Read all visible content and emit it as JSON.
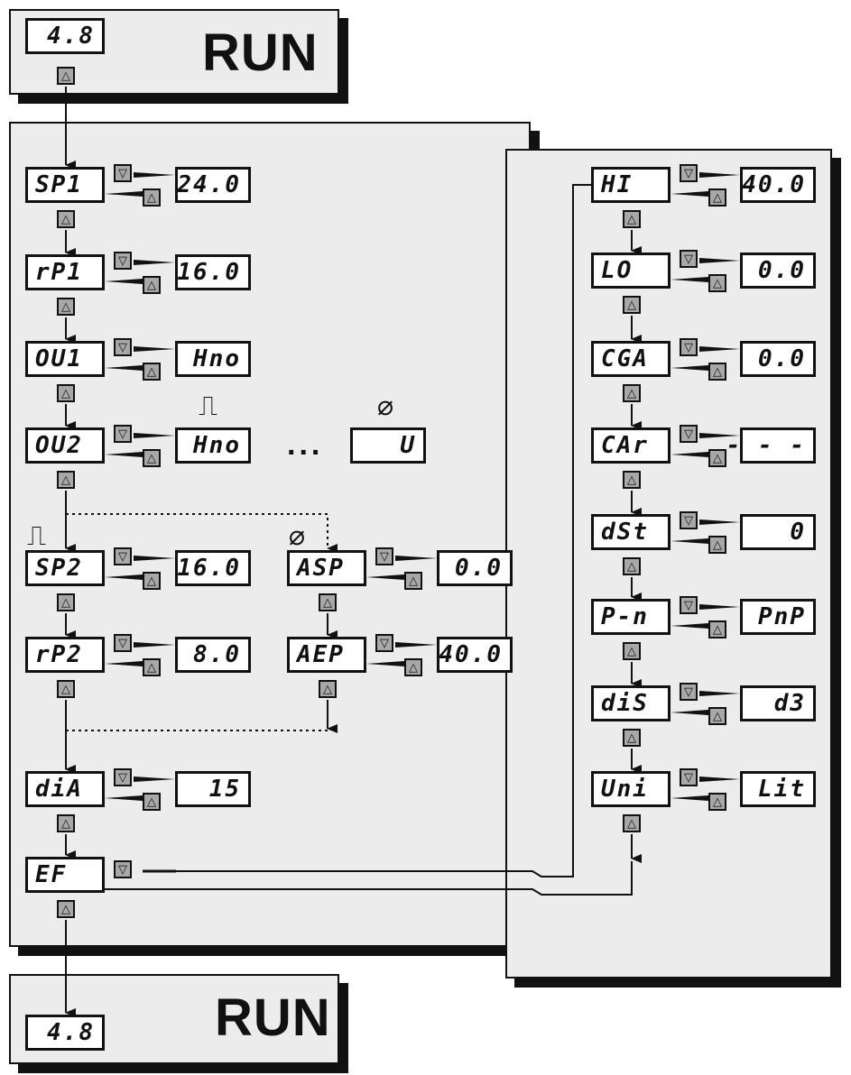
{
  "run_top": {
    "label": "RUN",
    "value": "4.8"
  },
  "run_bottom": {
    "label": "RUN",
    "value": "4.8"
  },
  "keys": {
    "up": "△",
    "down": "▽"
  },
  "icons": {
    "pulse": "⎍",
    "analog": "⌀",
    "more": "..."
  },
  "left_menu": [
    {
      "param": "SP1",
      "value": "24.0"
    },
    {
      "param": "rP1",
      "value": "16.0"
    },
    {
      "param": "OU1",
      "value": "Hno"
    },
    {
      "param": "OU2",
      "value": "Hno",
      "alt_value": "U"
    },
    {
      "param": "SP2",
      "value": "16.0"
    },
    {
      "param": "rP2",
      "value": "8.0"
    },
    {
      "param": "diA",
      "value": "15"
    },
    {
      "param": "EF"
    }
  ],
  "analog_menu": [
    {
      "param": "ASP",
      "value": "0.0"
    },
    {
      "param": "AEP",
      "value": "40.0"
    }
  ],
  "ext_menu": [
    {
      "param": "HI",
      "value": "40.0"
    },
    {
      "param": "LO",
      "value": "0.0"
    },
    {
      "param": "CGA",
      "value": "0.0"
    },
    {
      "param": "CAr",
      "value": "- - -"
    },
    {
      "param": "dSt",
      "value": "0"
    },
    {
      "param": "P-n",
      "value": "PnP"
    },
    {
      "param": "diS",
      "value": "d3"
    },
    {
      "param": "Uni",
      "value": "Lit"
    }
  ]
}
